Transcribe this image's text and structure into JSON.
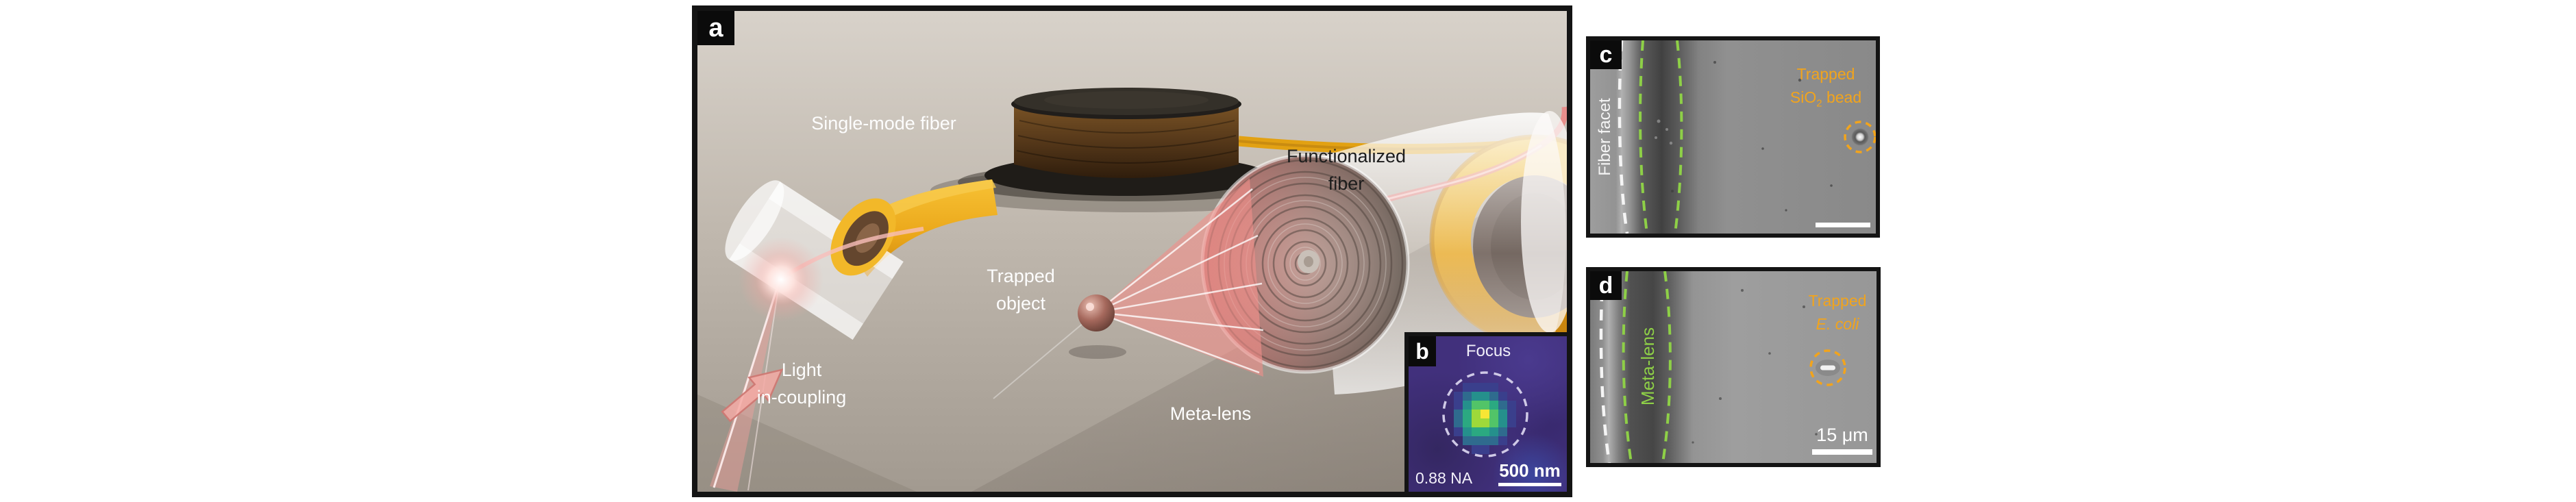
{
  "colors": {
    "panel_border": "#141414",
    "annotation_orange": "#f2a41c",
    "annotation_green": "#8ed047",
    "inset_background": "#41307c",
    "dashed_circle_lavender": "#cfc9e6",
    "fiber_yellow": "#eeab1e",
    "beam_pink": "#f0a09a"
  },
  "panel_a": {
    "tag": "a",
    "single_mode_fiber": "Single-mode fiber",
    "functionalized_fiber_l1": "Functionalized",
    "functionalized_fiber_l2": "fiber",
    "trapped_object_l1": "Trapped",
    "trapped_object_l2": "object",
    "light_in_coupling_l1": "Light",
    "light_in_coupling_l2": "in-coupling",
    "meta_lens": "Meta-lens"
  },
  "panel_b": {
    "tag": "b",
    "title": "Focus",
    "na": "0.88 NA",
    "scale": "500 nm",
    "spot": {
      "palette": [
        "#41307c",
        "#3a3f8c",
        "#2f6b8e",
        "#25908c",
        "#2ba981",
        "#52c468",
        "#9ed93a",
        "#f8e635"
      ],
      "rows": [
        "000000000",
        "001111000",
        "012332100",
        "013554210",
        "024675310",
        "024665310",
        "013443200",
        "002222100",
        "000110000"
      ]
    }
  },
  "panel_c": {
    "tag": "c",
    "side_label": "Fiber facet",
    "caption_l1": "Trapped",
    "caption_formula": "SiO",
    "caption_sub": "2",
    "caption_rest": " bead"
  },
  "panel_d": {
    "tag": "d",
    "side_label": "Meta-lens",
    "caption_l1": "Trapped",
    "caption_l2": "E. coli",
    "scale": "15 μm"
  }
}
